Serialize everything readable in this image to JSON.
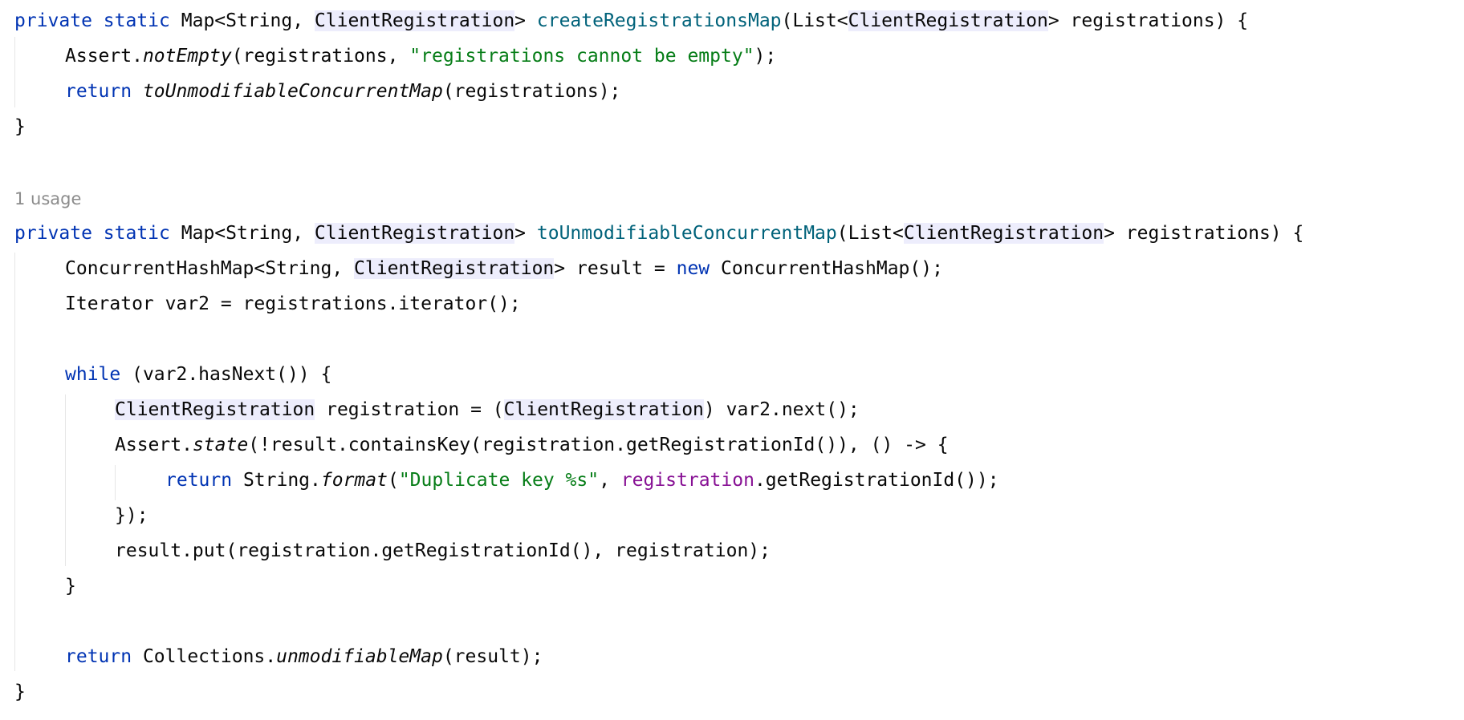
{
  "editor": {
    "usage_hint": "1 usage",
    "tokens": {
      "private": "private",
      "static": "static",
      "map_generic": "Map<String, ",
      "client_registration": "ClientRegistration",
      "gt_space": "> ",
      "create_registrations_map": "createRegistrationsMap",
      "list_open": "(List<",
      "registrations_param": "> registrations) {",
      "assert_dot": "Assert.",
      "not_empty": "notEmpty",
      "not_empty_args_open": "(registrations, ",
      "empty_message": "\"registrations cannot be empty\"",
      "close_stmt": ");",
      "return": "return",
      "to_unmodifiable_concurrent_map": "toUnmodifiableConcurrentMap",
      "call_registrations": "(registrations);",
      "close_brace": "}",
      "concurrent_hash_map_generic": "ConcurrentHashMap<String, ",
      "result_assign": "> result = ",
      "new": "new",
      "concurrent_hash_map_ctor": " ConcurrentHashMap();",
      "iterator_decl": "Iterator var2 = registrations.iterator();",
      "while": "while",
      "while_cond": " (var2.hasNext()) {",
      "registration_assign": " registration = (",
      "cast_close_next": ") var2.next();",
      "state": "state",
      "state_args": "(!result.containsKey(registration.getRegistrationId()), () -> {",
      "string_dot": " String.",
      "format": "format",
      "paren_open": "(",
      "duplicate_key_message": "\"Duplicate key %s\"",
      "comma_space": ", ",
      "registration_var": "registration",
      "get_registration_id_close": ".getRegistrationId());",
      "lambda_close": "});",
      "result_put": "result.put(registration.getRegistrationId(), registration);",
      "collections_dot": " Collections.",
      "unmodifiable_map": "unmodifiableMap",
      "result_close": "(result);"
    }
  },
  "colors": {
    "keyword": "#0033b3",
    "method_declaration": "#00627a",
    "string": "#067d17",
    "parameter_in_lambda": "#871094",
    "identifier_highlight": "#ededfc",
    "usage_hint": "#8c8c8c",
    "text": "#080808"
  }
}
